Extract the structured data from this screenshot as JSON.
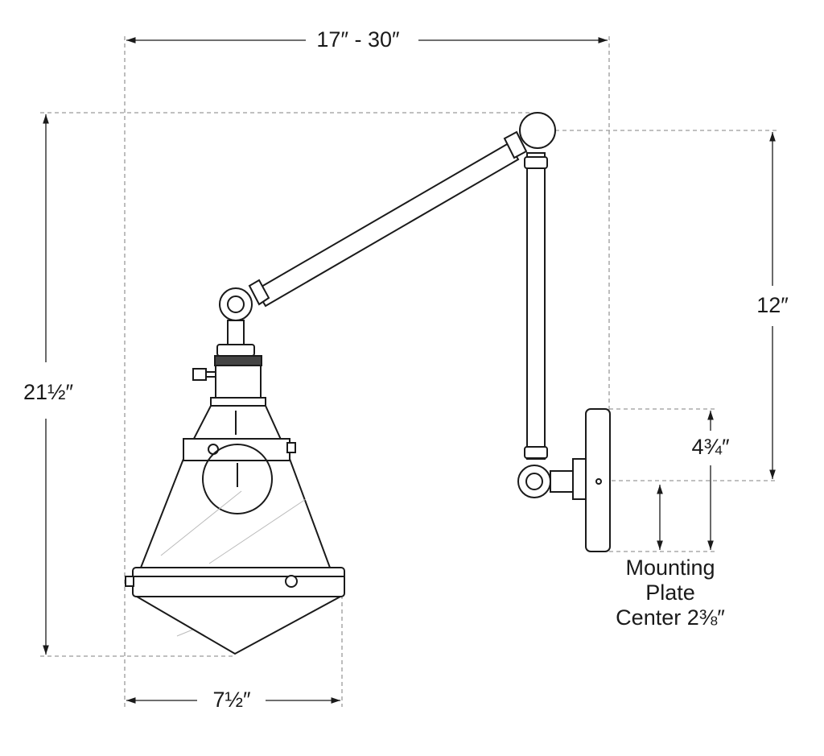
{
  "dimensions": {
    "width_range": "17″ - 30″",
    "height": "21½″",
    "arm_drop": "12″",
    "plate_height": "4¾″",
    "shade_width": "7½″",
    "mounting_line1": "Mounting",
    "mounting_line2": "Plate",
    "mounting_line3": "Center 2⅜″"
  },
  "colors": {
    "line": "#1a1a1a",
    "dashed": "#9a9a9a"
  }
}
